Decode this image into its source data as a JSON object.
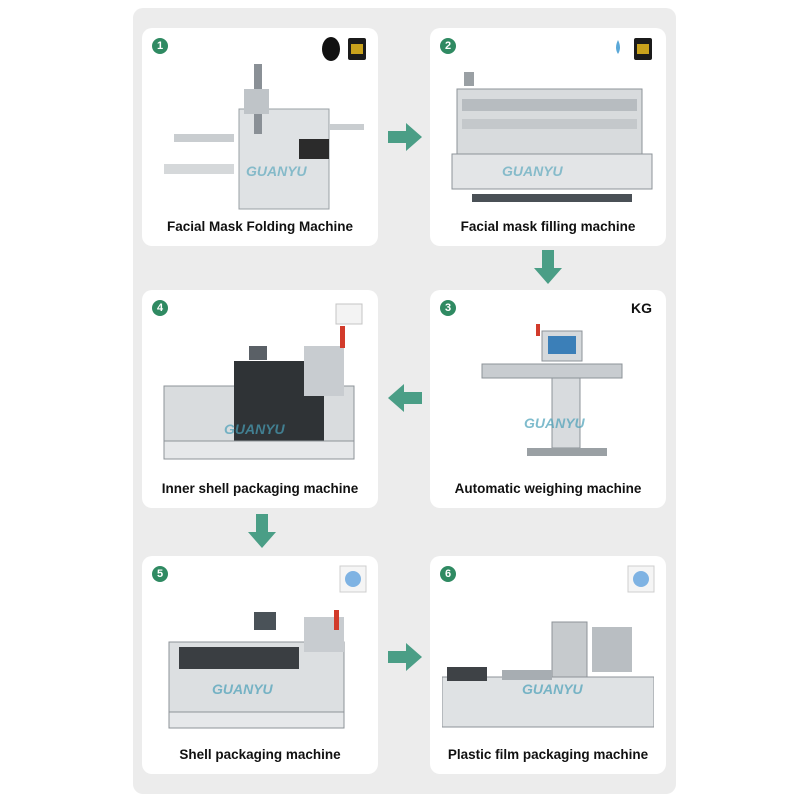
{
  "steps": [
    {
      "number": "1",
      "label": "Facial Mask Folding Machine"
    },
    {
      "number": "2",
      "label": "Facial mask filling machine"
    },
    {
      "number": "3",
      "label": "Automatic weighing machine",
      "badge_text": "KG"
    },
    {
      "number": "4",
      "label": "Inner shell packaging machine"
    },
    {
      "number": "5",
      "label": "Shell packaging machine"
    },
    {
      "number": "6",
      "label": "Plastic film packaging machine"
    }
  ],
  "brand": {
    "logo_text": "GUANYU"
  },
  "colors": {
    "accent": "#2f8a62",
    "arrow": "#4a9e86",
    "panel": "#ececec",
    "card": "#ffffff"
  }
}
